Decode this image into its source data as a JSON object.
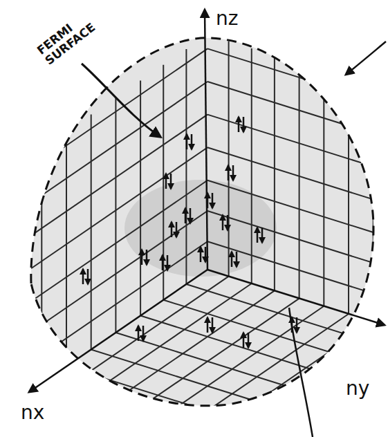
{
  "diagram": {
    "labels": [
      "FERMI SURFACE",
      "nz",
      "nx",
      "ny"
    ]
  }
}
